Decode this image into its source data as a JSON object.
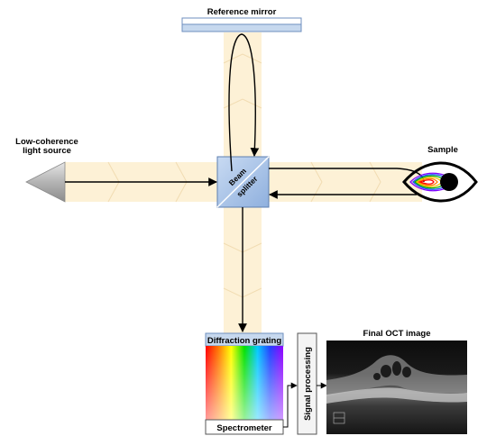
{
  "labels": {
    "reference_mirror": "Reference mirror",
    "light_source_line1": "Low-coherence",
    "light_source_line2": "light source",
    "sample": "Sample",
    "beam_splitter_line1": "Beam",
    "beam_splitter_line2": "splitter",
    "diffraction_grating": "Diffraction grating",
    "spectrometer": "Spectrometer",
    "signal_processing": "Signal processing",
    "final_oct_image": "Final OCT image"
  },
  "colors": {
    "beam": "#fdf1d6",
    "splitter": "#a7c3e6",
    "mirror": "#c6d8ee",
    "source": "#bdbdbd"
  }
}
